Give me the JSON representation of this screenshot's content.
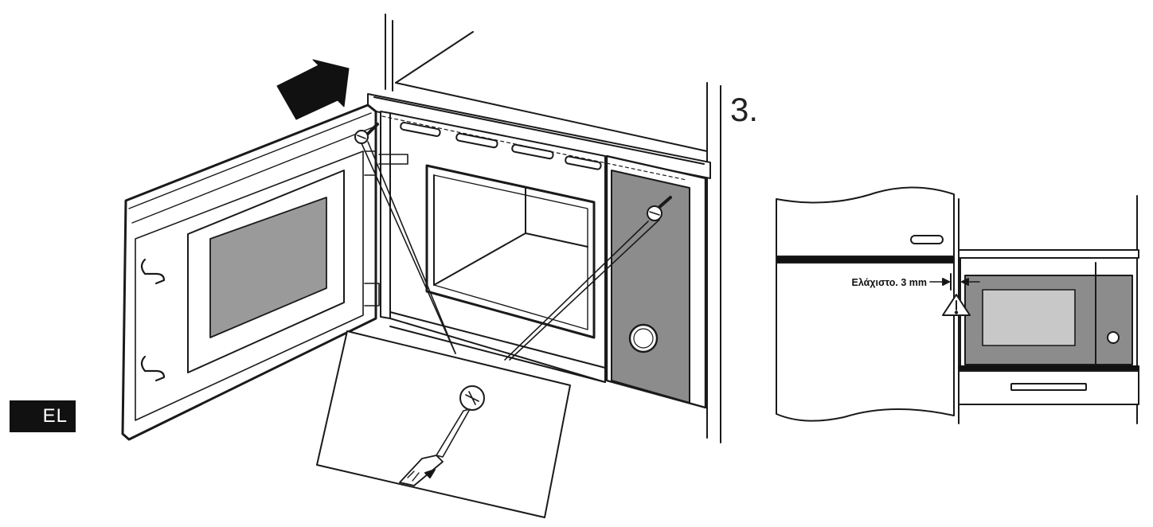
{
  "language_badge": "EL",
  "step_number": "3.",
  "gap_label": "Ελάχιστο. 3 mm",
  "colors": {
    "line": "#1a1a1a",
    "panel_gray": "#8c8c8c",
    "window_gray": "#9a9a9a",
    "light_gray": "#d9d9d9",
    "badge_bg": "#111111"
  },
  "icons": [
    "push-arrow-icon",
    "screw-icon",
    "screwdriver-icon",
    "warning-triangle-icon"
  ]
}
